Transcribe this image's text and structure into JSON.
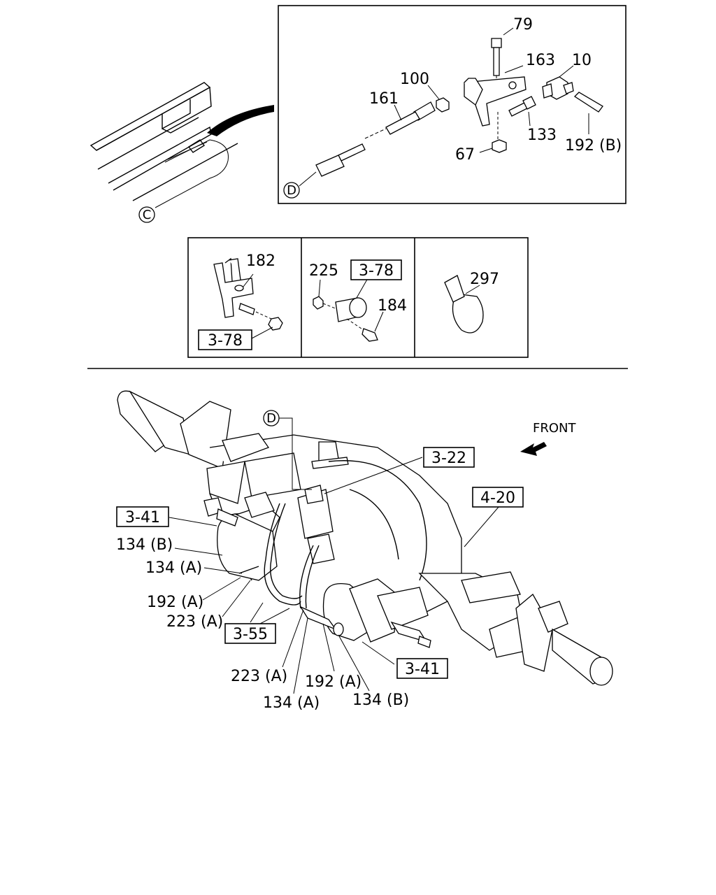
{
  "callouts": {
    "c": "C",
    "d_top": "D",
    "d_main": "D"
  },
  "inset_top": {
    "p79": "79",
    "p163": "163",
    "p10": "10",
    "p100": "100",
    "p161": "161",
    "p133": "133",
    "p192b": "192 (B)",
    "p67": "67"
  },
  "inset_mid": {
    "p182": "182",
    "ref_378a": "3-78",
    "p225": "225",
    "ref_378b": "3-78",
    "p184": "184",
    "p297": "297"
  },
  "main": {
    "front": "FRONT",
    "ref_322": "3-22",
    "ref_420": "4-20",
    "ref_341a": "3-41",
    "p134b_l": "134 (B)",
    "p134a_l": "134 (A)",
    "p192a_l": "192 (A)",
    "p223a_l": "223 (A)",
    "ref_355": "3-55",
    "ref_341b": "3-41",
    "p223a_b": "223 (A)",
    "p192a_b": "192 (A)",
    "p134a_b": "134 (A)",
    "p134b_b": "134 (B)"
  }
}
